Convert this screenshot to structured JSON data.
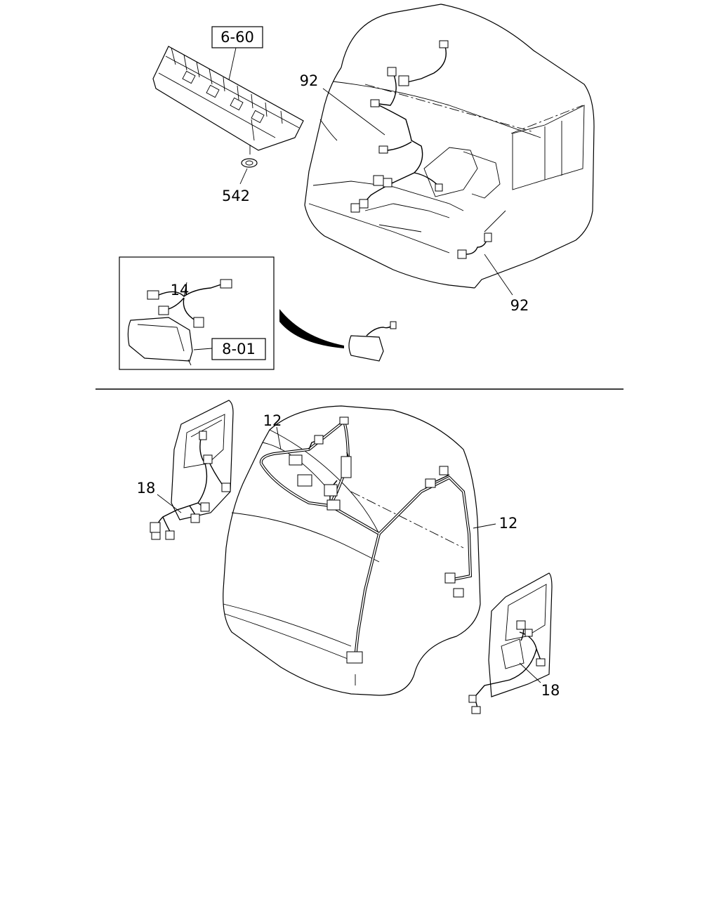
{
  "labels": {
    "ref_6_60": "6-60",
    "part_92_top": "92",
    "part_542": "542",
    "part_14": "14",
    "ref_8_01": "8-01",
    "part_92_bottom": "92",
    "part_12_left": "12",
    "part_12_right": "12",
    "part_18_left": "18",
    "part_18_right": "18"
  }
}
